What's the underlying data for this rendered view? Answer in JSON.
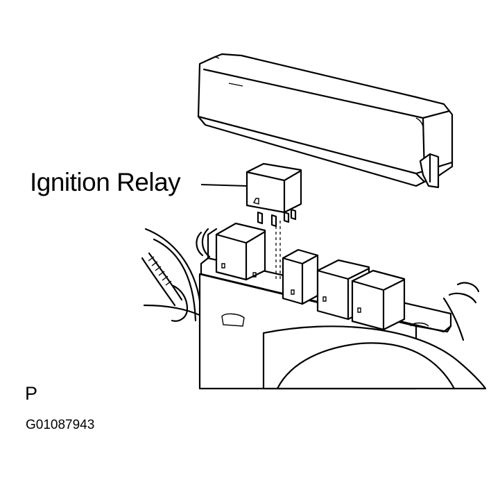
{
  "labels": {
    "callout": "Ignition Relay",
    "view_letter": "P",
    "figure_id": "G01087943"
  },
  "colors": {
    "ink": "#000000",
    "background": "#ffffff"
  }
}
